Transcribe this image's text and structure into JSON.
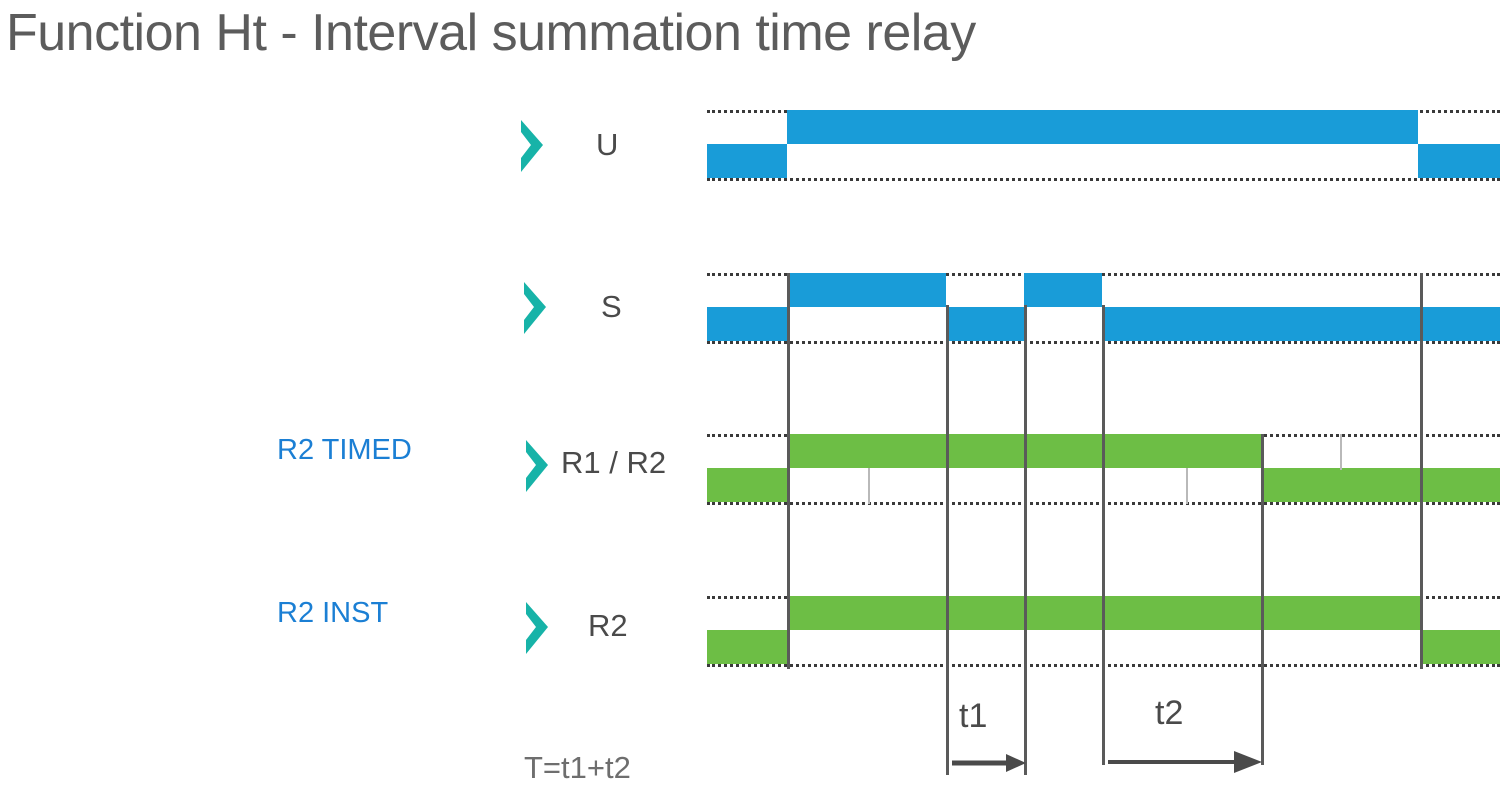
{
  "title": "Function Ht - Interval summation time relay",
  "colors": {
    "title_text": "#5c5c5c",
    "side_label": "#1b7fd4",
    "signal_name": "#4a4a4a",
    "blue_band": "#199cd8",
    "green_band": "#6dbe45",
    "teal_arrow": "#17b3a8",
    "grid_line": "#5a5a5a",
    "dot_line": "#3a3a3a"
  },
  "side_labels": [
    {
      "text": "R2 TIMED",
      "row": "r1r2"
    },
    {
      "text": "R2 INST",
      "row": "r2"
    }
  ],
  "rows": [
    {
      "name": "U",
      "signal_label": "U",
      "marker": "chevron-right-icon",
      "color": "blue"
    },
    {
      "name": "S",
      "signal_label": "S",
      "marker": "chevron-right-icon",
      "color": "blue"
    },
    {
      "name": "R1 / R2",
      "signal_label": "R1 / R2",
      "marker": "chevron-right-icon",
      "color": "green"
    },
    {
      "name": "R2",
      "signal_label": "R2",
      "marker": "chevron-right-icon",
      "color": "green"
    }
  ],
  "annotations": {
    "t1": "t1",
    "t2": "t2",
    "formula": "T=t1+t2"
  },
  "chart_data": {
    "type": "line",
    "title": "Function Ht - Interval summation time relay",
    "xlabel": "",
    "ylabel": "",
    "description": "Digital timing waveform diagram with four signals drawn as two-level blue/green bands over a shared time axis.",
    "x_axis_start": 707,
    "x_axis_end": 1500,
    "legend": [],
    "grid": true,
    "event_times": [
      787,
      946,
      1024,
      1102,
      1261,
      1420
    ],
    "series": [
      {
        "name": "U",
        "color": "#199cd8",
        "segments": [
          {
            "state": "low",
            "from": 707,
            "to": 787
          },
          {
            "state": "high",
            "from": 787,
            "to": 1418
          },
          {
            "state": "low",
            "from": 1418,
            "to": 1500
          }
        ]
      },
      {
        "name": "S",
        "color": "#199cd8",
        "segments": [
          {
            "state": "low",
            "from": 707,
            "to": 787
          },
          {
            "state": "high",
            "from": 787,
            "to": 946
          },
          {
            "state": "low",
            "from": 946,
            "to": 1024
          },
          {
            "state": "high",
            "from": 1024,
            "to": 1102
          },
          {
            "state": "low",
            "from": 1102,
            "to": 1500
          }
        ]
      },
      {
        "name": "R1 / R2",
        "color": "#6dbe45",
        "segments": [
          {
            "state": "low",
            "from": 707,
            "to": 787
          },
          {
            "state": "high",
            "from": 787,
            "to": 1261
          },
          {
            "state": "low",
            "from": 1261,
            "to": 1500
          }
        ]
      },
      {
        "name": "R2",
        "color": "#6dbe45",
        "segments": [
          {
            "state": "low",
            "from": 707,
            "to": 787
          },
          {
            "state": "high",
            "from": 787,
            "to": 1420
          },
          {
            "state": "low",
            "from": 1420,
            "to": 1500
          }
        ]
      }
    ],
    "measures": [
      {
        "label": "t1",
        "from": 946,
        "to": 1024
      },
      {
        "label": "t2",
        "from": 1102,
        "to": 1261
      }
    ]
  }
}
